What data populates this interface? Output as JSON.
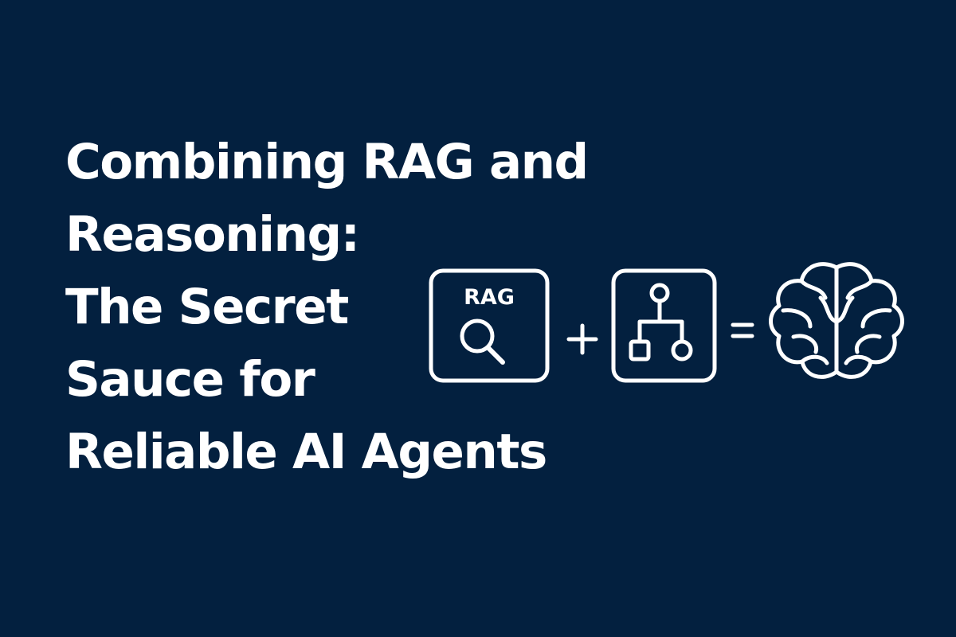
{
  "title": {
    "lines": [
      "Combining RAG and",
      "Reasoning:",
      "The Secret",
      "Sauce for",
      "Reliable AI Agents"
    ]
  },
  "diagram": {
    "rag_box_label": "RAG",
    "plus_symbol": "+",
    "equals_symbol": "=",
    "icons": [
      "magnifying-glass-icon",
      "flowchart-icon",
      "brain-icon"
    ]
  },
  "colors": {
    "background": "#03203f",
    "foreground": "#ffffff"
  }
}
